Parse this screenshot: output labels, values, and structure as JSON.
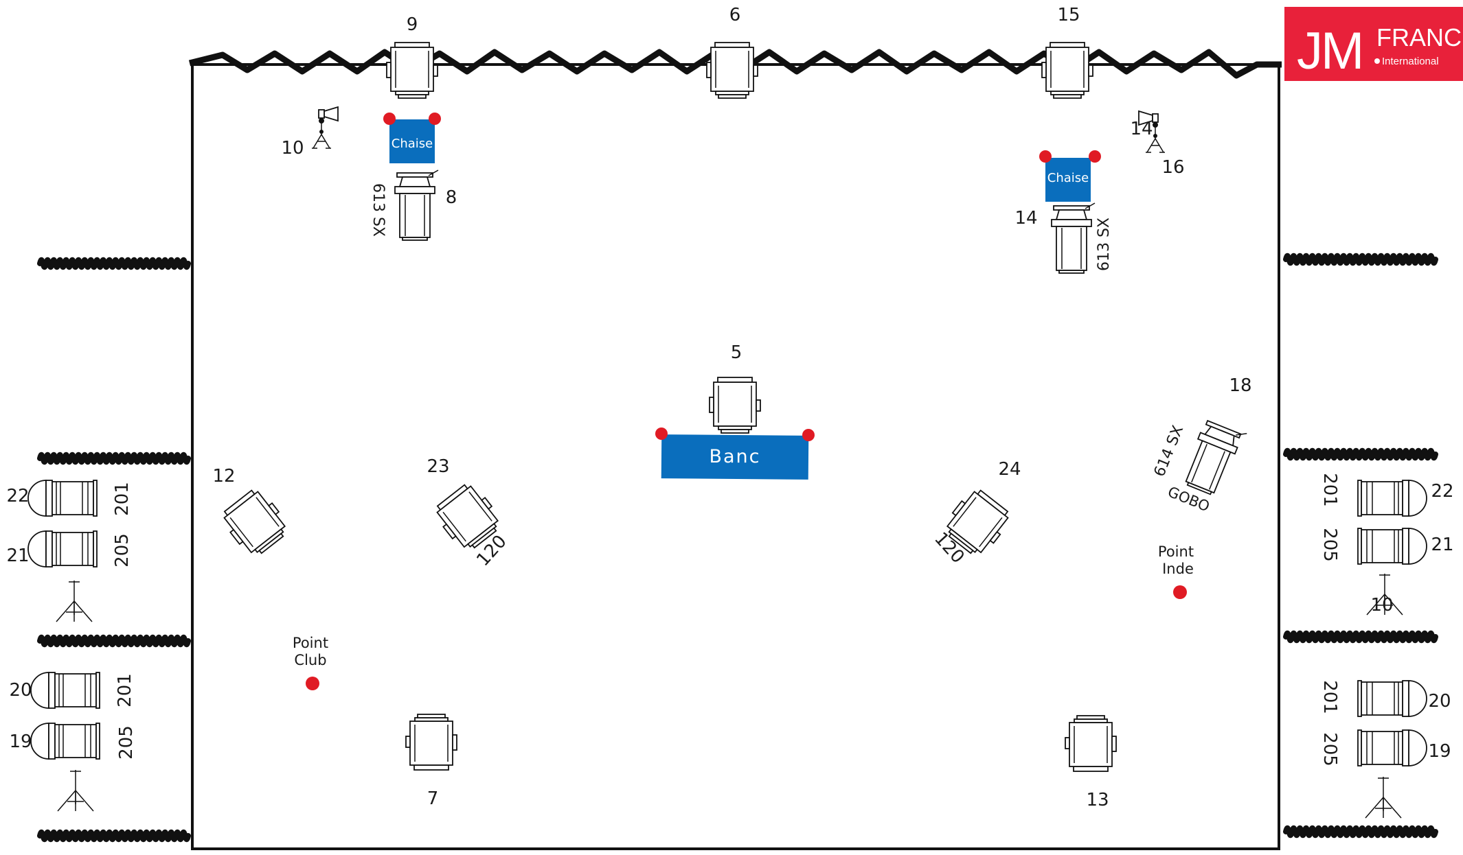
{
  "logo": {
    "initials": "JM",
    "name": "FRANCE",
    "tagline": "International",
    "color": "#E8213A"
  },
  "colors": {
    "furniture": "#0A6EBD",
    "mark": "#E01B24",
    "line": "#111111"
  },
  "furniture": {
    "chair_left": "Chaise",
    "chair_right": "Chaise",
    "bench": "Banc"
  },
  "points": {
    "club_line1": "Point",
    "club_line2": "Club",
    "inde_line1": "Point",
    "inde_line2": "Inde"
  },
  "fixtures": {
    "f9": "9",
    "f6": "6",
    "f15": "15",
    "f10": "10",
    "f16": "16",
    "f16_overlap": "14",
    "f8": "8",
    "f8_type": "613 SX",
    "f14": "14",
    "f14_type": "613 SX",
    "f5": "5",
    "f18": "18",
    "f18_type": "614 SX",
    "f18_gobo": "GOBO",
    "f12": "12",
    "f23": "23",
    "f23_gel": "120",
    "f24": "24",
    "f24_gel": "120",
    "f7": "7",
    "f13": "13"
  },
  "wings_left": {
    "n22": "22",
    "g22": "201",
    "n21": "21",
    "g21": "205",
    "n20": "20",
    "g20": "201",
    "n19": "19",
    "g19": "205"
  },
  "wings_right": {
    "n22": "22",
    "g22": "201",
    "n21": "21",
    "g21": "205",
    "stand_label": "10",
    "n20": "20",
    "g20": "201",
    "n19": "19",
    "g19": "205"
  }
}
